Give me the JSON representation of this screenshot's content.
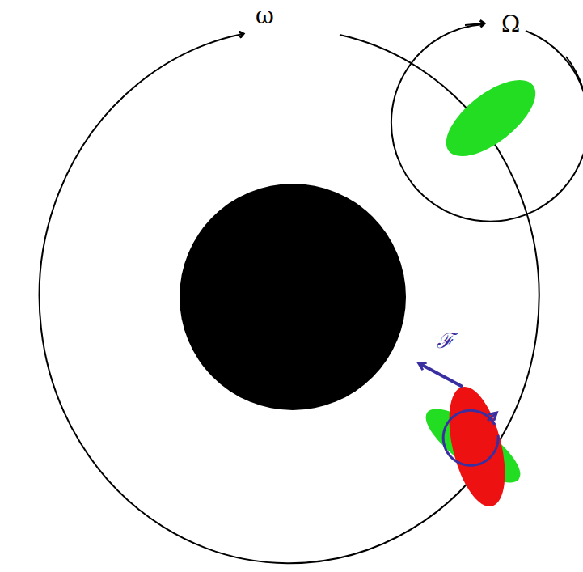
{
  "diagram": {
    "labels": [
      "ω",
      "Ω",
      "ℱ"
    ]
  }
}
